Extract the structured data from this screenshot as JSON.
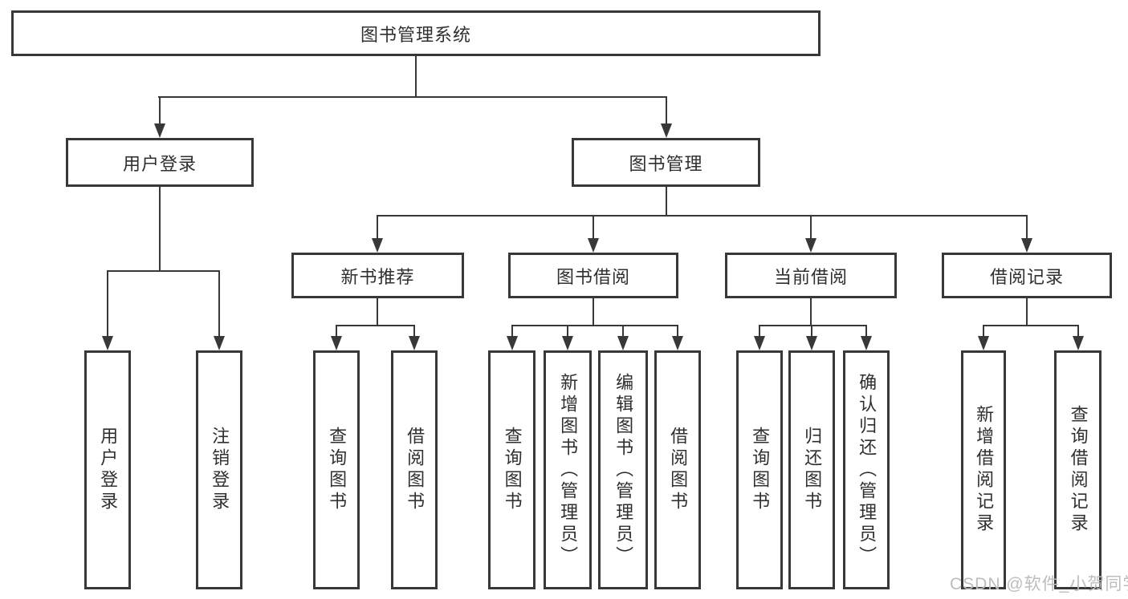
{
  "tree": {
    "root": "图书管理系统",
    "user_login": {
      "label": "用户登录",
      "children": [
        "用户登录",
        "注销登录"
      ]
    },
    "book_management": {
      "label": "图书管理",
      "sections": [
        {
          "label": "新书推荐",
          "children": [
            "查询图书",
            "借阅图书"
          ]
        },
        {
          "label": "图书借阅",
          "children": [
            "查询图书",
            "新增图书（管理员）",
            "编辑图书（管理员）",
            "借阅图书"
          ]
        },
        {
          "label": "当前借阅",
          "children": [
            "查询图书",
            "归还图书",
            "确认归还（管理员）"
          ]
        },
        {
          "label": "借阅记录",
          "children": [
            "新增借阅记录",
            "查询借阅记录"
          ]
        }
      ]
    }
  },
  "watermark": "CSDN @软件_小贺同学",
  "colors": {
    "line": "#383838",
    "text": "#2f2f2f",
    "watermark": "#bdbdbd",
    "background": "#ffffff"
  }
}
